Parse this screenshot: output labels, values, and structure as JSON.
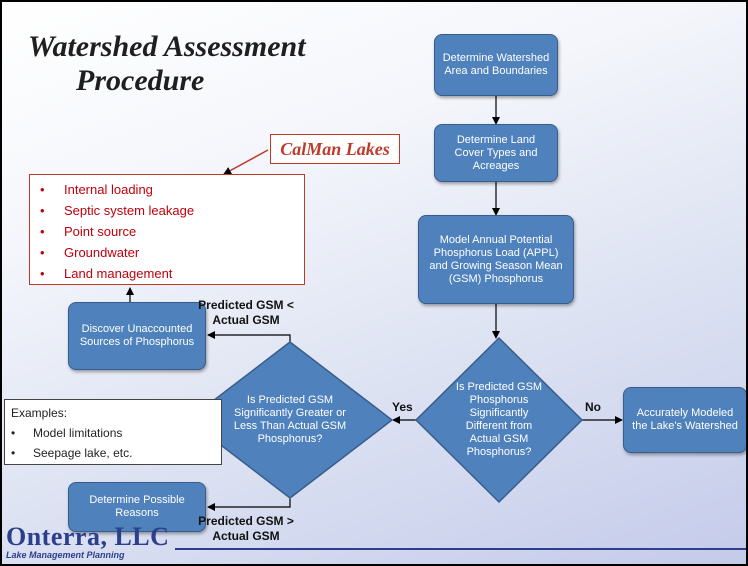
{
  "title": {
    "line1": "Watershed Assessment",
    "line2": "Procedure"
  },
  "callout": {
    "label": "CalMan Lakes"
  },
  "sources_list": [
    "Internal loading",
    "Septic system leakage",
    "Point source",
    "Groundwater",
    "Land management"
  ],
  "examples": {
    "heading": "Examples:",
    "items": [
      "Model limitations",
      "Seepage lake, etc."
    ]
  },
  "nodes": {
    "determine_area": "Determine Watershed Area and Boundaries",
    "land_cover": "Determine Land Cover Types and Acreages",
    "model_appl": "Model Annual Potential Phosphorus Load (APPL) and Growing Season Mean (GSM) Phosphorus",
    "decision_different": "Is Predicted GSM Phosphorus Significantly Different from Actual GSM Phosphorus?",
    "accurate": "Accurately Modeled the Lake's Watershed",
    "decision_greater": "Is Predicted GSM Significantly Greater or Less Than Actual GSM Phosphorus?",
    "discover": "Discover Unaccounted Sources of Phosphorus",
    "reasons": "Determine Possible Reasons"
  },
  "edge_labels": {
    "no": "No",
    "yes": "Yes",
    "less": "Predicted GSM < Actual GSM",
    "greater": "Predicted GSM > Actual GSM"
  },
  "logo": {
    "name": "Onterra, LLC",
    "tagline": "Lake Management Planning"
  },
  "colors": {
    "box_fill": "#4f81bd",
    "box_border": "#385d8a",
    "accent_red": "#c0392b",
    "logo_blue": "#2b3f8c"
  }
}
